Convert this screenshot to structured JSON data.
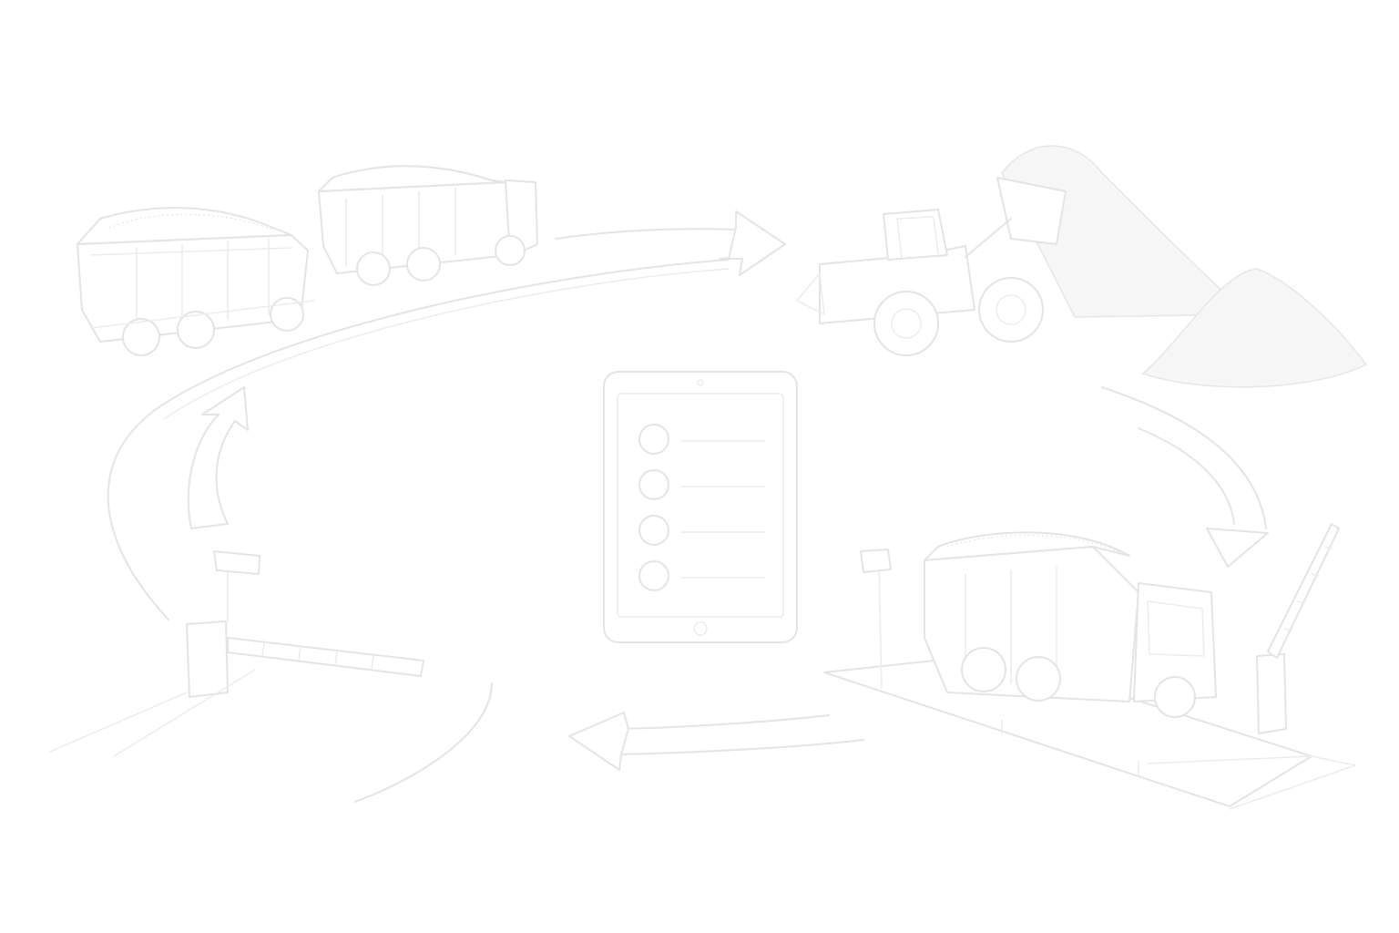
{
  "diagram": {
    "stages": [
      {
        "id": "trucks-arrival",
        "icon": "dump-truck-icon"
      },
      {
        "id": "loading",
        "icon": "wheel-loader-icon"
      },
      {
        "id": "weighing",
        "icon": "truck-scale-icon"
      },
      {
        "id": "exit-gate",
        "icon": "barrier-gate-icon"
      }
    ],
    "center": {
      "icon": "tablet-checklist-icon",
      "list_items": 4
    },
    "flow_arrows": [
      "arrow-right",
      "arrow-down-right",
      "arrow-left",
      "arrow-up"
    ],
    "colors": {
      "line": "#e4e4e4",
      "background": "#ffffff"
    }
  }
}
